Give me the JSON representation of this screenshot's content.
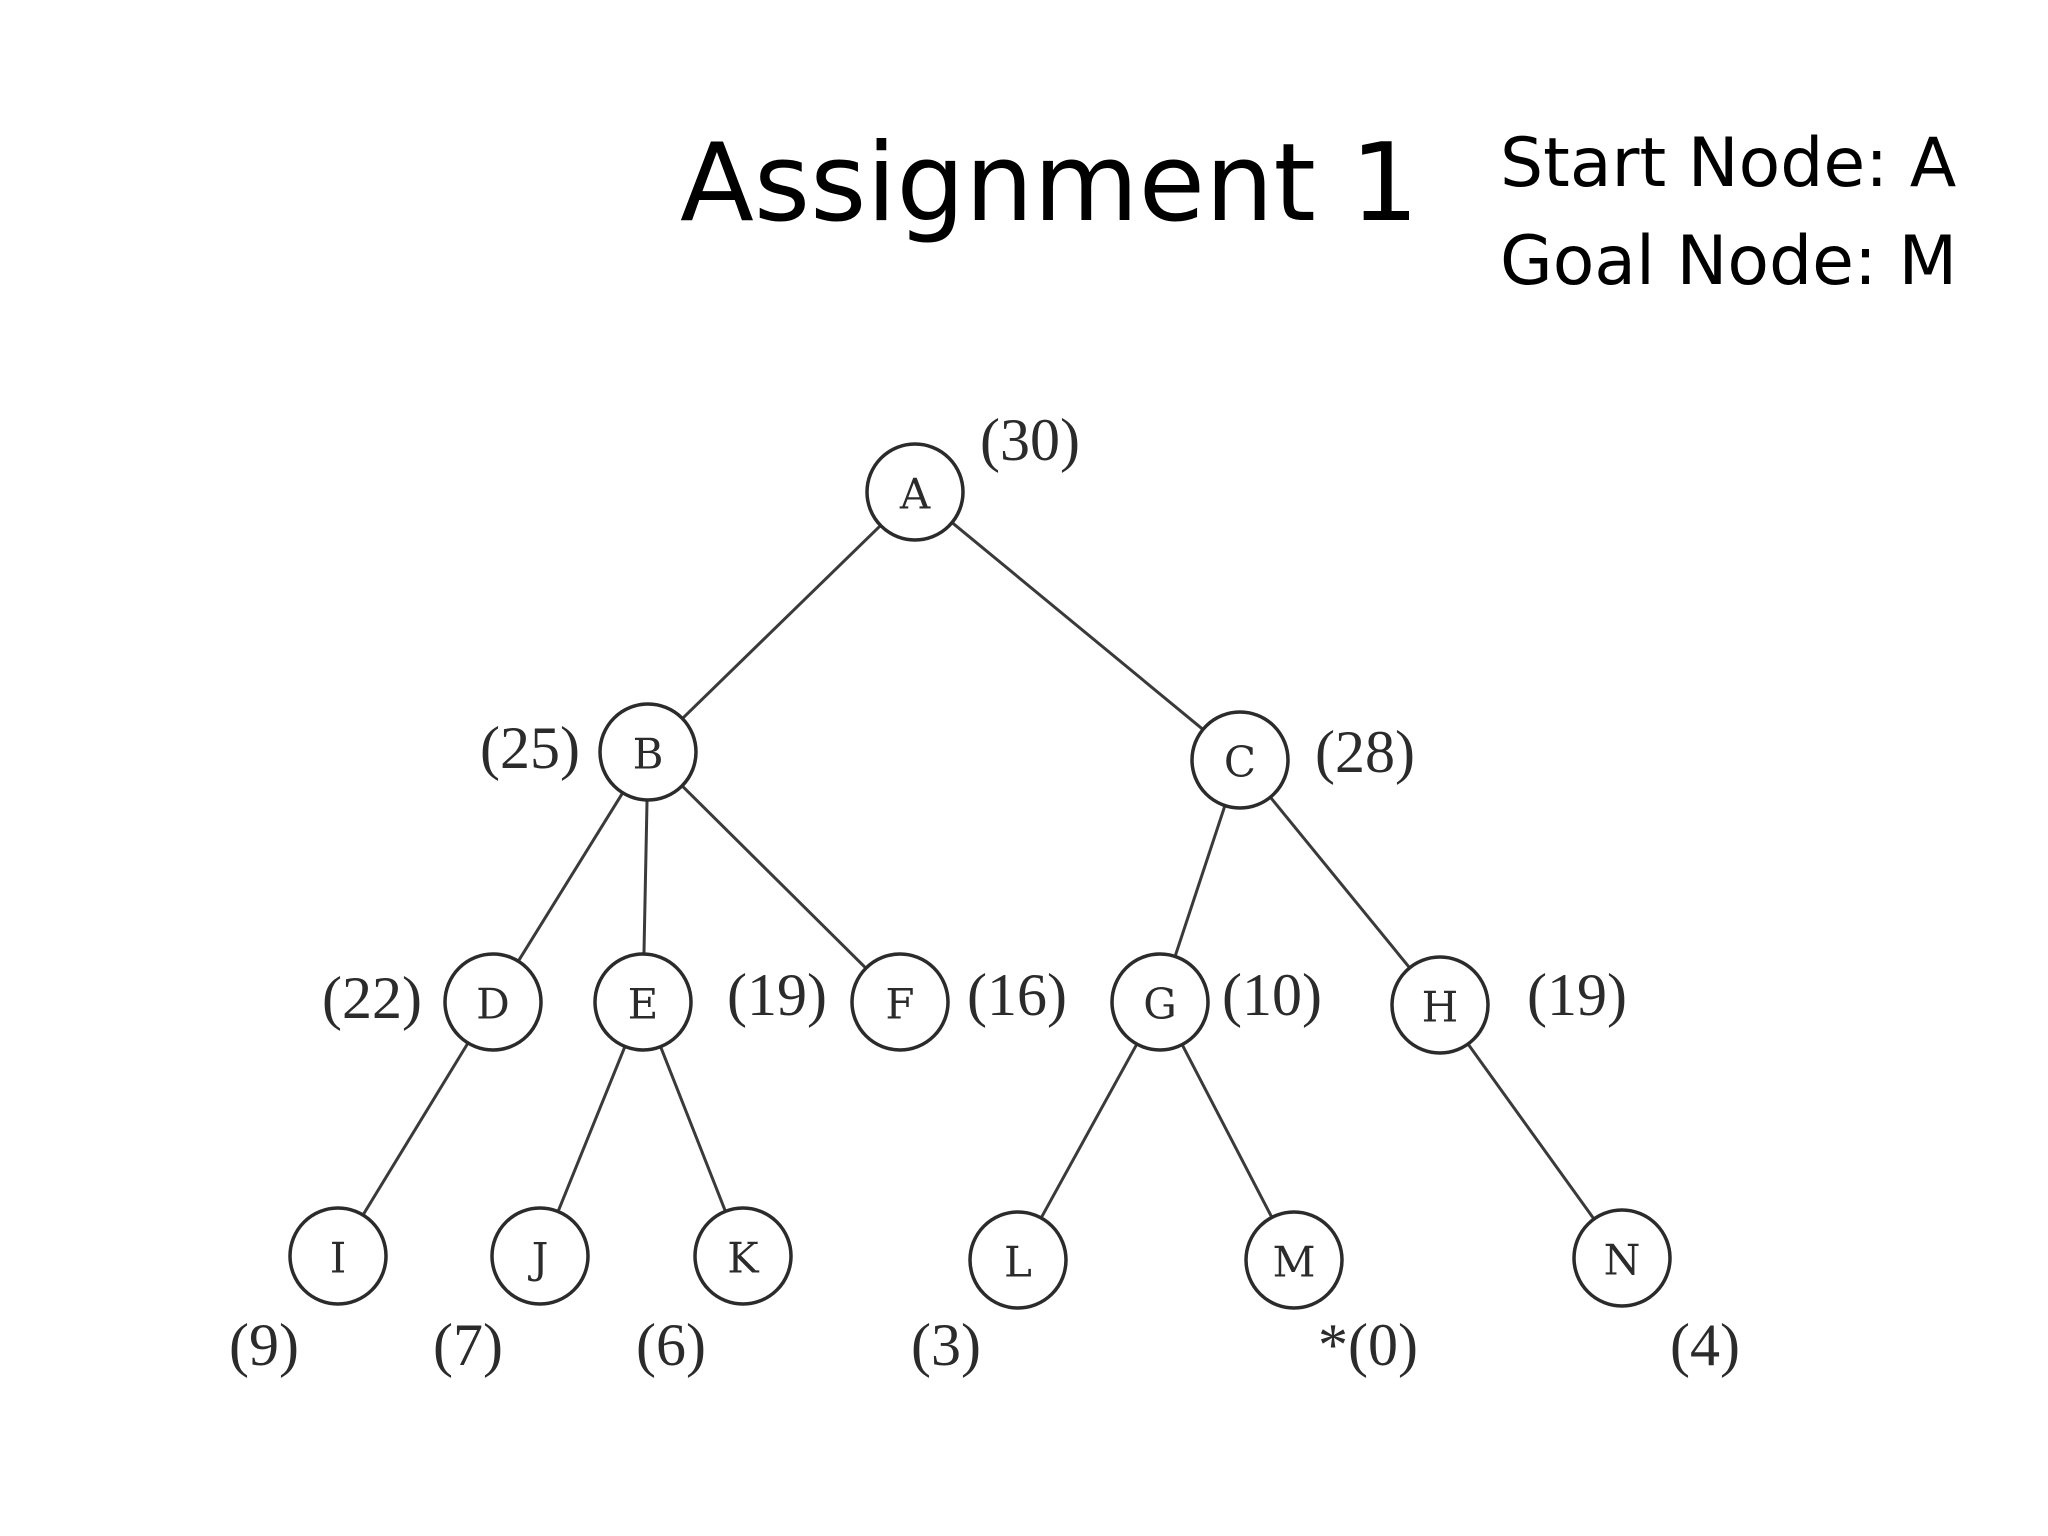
{
  "slide": {
    "title": "Assignment 1",
    "start_node_text": "Start Node: A",
    "goal_node_text": "Goal Node: M"
  },
  "tree": {
    "nodes": [
      {
        "id": "A",
        "label": "A",
        "heuristic": "(30)"
      },
      {
        "id": "B",
        "label": "B",
        "heuristic": "(25)"
      },
      {
        "id": "C",
        "label": "C",
        "heuristic": "(28)"
      },
      {
        "id": "D",
        "label": "D",
        "heuristic": "(22)"
      },
      {
        "id": "E",
        "label": "E",
        "heuristic": "(19)"
      },
      {
        "id": "F",
        "label": "F",
        "heuristic": "(16)"
      },
      {
        "id": "G",
        "label": "G",
        "heuristic": "(10)"
      },
      {
        "id": "H",
        "label": "H",
        "heuristic": "(19)"
      },
      {
        "id": "I",
        "label": "I",
        "heuristic": "(9)"
      },
      {
        "id": "J",
        "label": "J",
        "heuristic": "(7)"
      },
      {
        "id": "K",
        "label": "K",
        "heuristic": "(6)"
      },
      {
        "id": "L",
        "label": "L",
        "heuristic": "(3)"
      },
      {
        "id": "M",
        "label": "M",
        "heuristic": "*(0)"
      },
      {
        "id": "N",
        "label": "N",
        "heuristic": "(4)"
      }
    ],
    "edges": [
      [
        "A",
        "B"
      ],
      [
        "A",
        "C"
      ],
      [
        "B",
        "D"
      ],
      [
        "B",
        "E"
      ],
      [
        "B",
        "F"
      ],
      [
        "C",
        "G"
      ],
      [
        "C",
        "H"
      ],
      [
        "D",
        "I"
      ],
      [
        "E",
        "J"
      ],
      [
        "E",
        "K"
      ],
      [
        "G",
        "L"
      ],
      [
        "G",
        "M"
      ],
      [
        "H",
        "N"
      ]
    ]
  }
}
